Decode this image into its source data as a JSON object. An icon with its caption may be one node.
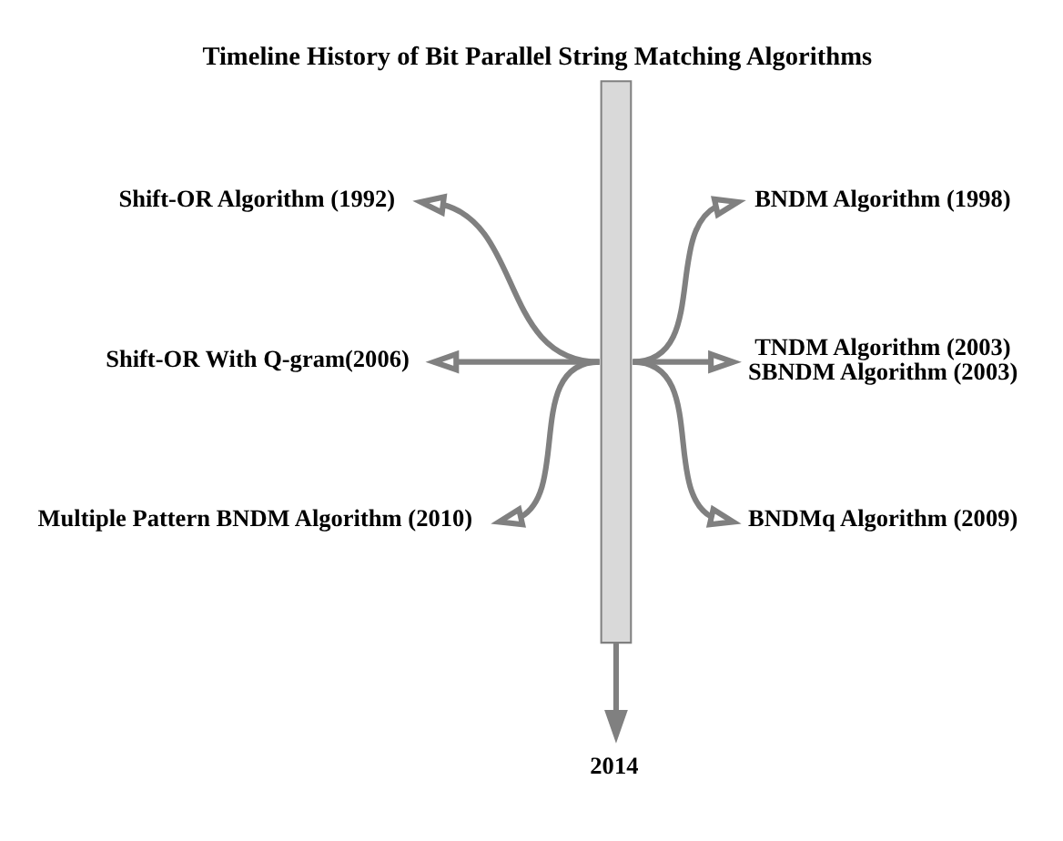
{
  "diagram": {
    "title": "Timeline History of Bit Parallel String Matching Algorithms",
    "nodes": [
      {
        "text": [],
        "shape": "bar"
      },
      {
        "text": [
          "Shift-OR Algorithm (1992)"
        ]
      },
      {
        "text": [
          "BNDM Algorithm (1998)"
        ]
      },
      {
        "text": [
          "TNDM Algorithm (2003)",
          "SBNDM Algorithm (2003)"
        ]
      },
      {
        "text": [
          "Shift-OR With Q-gram(2006)"
        ]
      },
      {
        "text": [
          "BNDMq Algorithm (2009)"
        ]
      },
      {
        "text": [
          "Multiple Pattern BNDM Algorithm (2010)"
        ]
      },
      {
        "text": [
          "2014"
        ]
      }
    ],
    "edges": [
      {
        "from": 0,
        "to": 1,
        "arrow": "to"
      },
      {
        "from": 0,
        "to": 2,
        "arrow": "to"
      },
      {
        "from": 0,
        "to": 3,
        "arrow": "to"
      },
      {
        "from": 0,
        "to": 4,
        "arrow": "to"
      },
      {
        "from": 0,
        "to": 5,
        "arrow": "to"
      },
      {
        "from": 0,
        "to": 6,
        "arrow": "to"
      },
      {
        "from": 0,
        "to": 7,
        "arrow": "to"
      }
    ]
  }
}
